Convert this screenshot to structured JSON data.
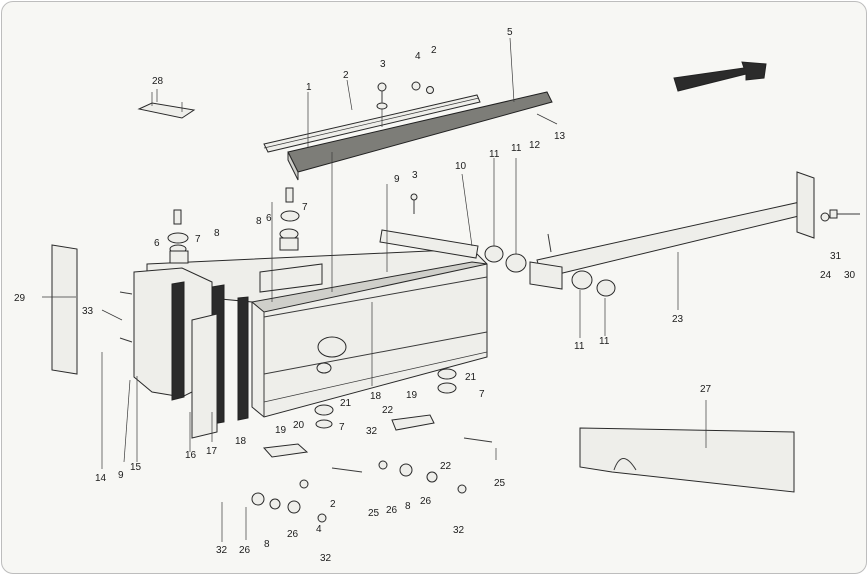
{
  "diagram": {
    "callouts": [
      {
        "id": "c28",
        "text": "28"
      },
      {
        "id": "c1",
        "text": "1"
      },
      {
        "id": "c2a",
        "text": "2"
      },
      {
        "id": "c3a",
        "text": "3"
      },
      {
        "id": "c4a",
        "text": "4"
      },
      {
        "id": "c2b",
        "text": "2"
      },
      {
        "id": "c5",
        "text": "5"
      },
      {
        "id": "c13",
        "text": "13"
      },
      {
        "id": "c10",
        "text": "10"
      },
      {
        "id": "c11a",
        "text": "11"
      },
      {
        "id": "c11b",
        "text": "11"
      },
      {
        "id": "c12",
        "text": "12"
      },
      {
        "id": "c9a",
        "text": "9"
      },
      {
        "id": "c3b",
        "text": "3"
      },
      {
        "id": "c6a",
        "text": "6"
      },
      {
        "id": "c7a",
        "text": "7"
      },
      {
        "id": "c8a",
        "text": "8"
      },
      {
        "id": "c6b",
        "text": "6"
      },
      {
        "id": "c7b",
        "text": "7"
      },
      {
        "id": "c8b",
        "text": "8"
      },
      {
        "id": "c29",
        "text": "29"
      },
      {
        "id": "c33",
        "text": "33"
      },
      {
        "id": "c23",
        "text": "23"
      },
      {
        "id": "c11c",
        "text": "11"
      },
      {
        "id": "c11d",
        "text": "11"
      },
      {
        "id": "c31",
        "text": "31"
      },
      {
        "id": "c24",
        "text": "24"
      },
      {
        "id": "c30",
        "text": "30"
      },
      {
        "id": "c27",
        "text": "27"
      },
      {
        "id": "c21a",
        "text": "21"
      },
      {
        "id": "c7c",
        "text": "7"
      },
      {
        "id": "c18a",
        "text": "18"
      },
      {
        "id": "c19a",
        "text": "19"
      },
      {
        "id": "c21b",
        "text": "21"
      },
      {
        "id": "c22a",
        "text": "22"
      },
      {
        "id": "c20",
        "text": "20"
      },
      {
        "id": "c7d",
        "text": "7"
      },
      {
        "id": "c32a",
        "text": "32"
      },
      {
        "id": "c19b",
        "text": "19"
      },
      {
        "id": "c18b",
        "text": "18"
      },
      {
        "id": "c14",
        "text": "14"
      },
      {
        "id": "c9b",
        "text": "9"
      },
      {
        "id": "c15",
        "text": "15"
      },
      {
        "id": "c16",
        "text": "16"
      },
      {
        "id": "c17",
        "text": "17"
      },
      {
        "id": "c22b",
        "text": "22"
      },
      {
        "id": "c25a",
        "text": "25"
      },
      {
        "id": "c25b",
        "text": "25"
      },
      {
        "id": "c26a",
        "text": "26"
      },
      {
        "id": "c8c",
        "text": "8"
      },
      {
        "id": "c26b",
        "text": "26"
      },
      {
        "id": "c2c",
        "text": "2"
      },
      {
        "id": "c32b",
        "text": "32"
      },
      {
        "id": "c26c",
        "text": "26"
      },
      {
        "id": "c8d",
        "text": "8"
      },
      {
        "id": "c26d",
        "text": "26"
      },
      {
        "id": "c4b",
        "text": "4"
      },
      {
        "id": "c32c",
        "text": "32"
      },
      {
        "id": "c32d",
        "text": "32"
      }
    ]
  }
}
